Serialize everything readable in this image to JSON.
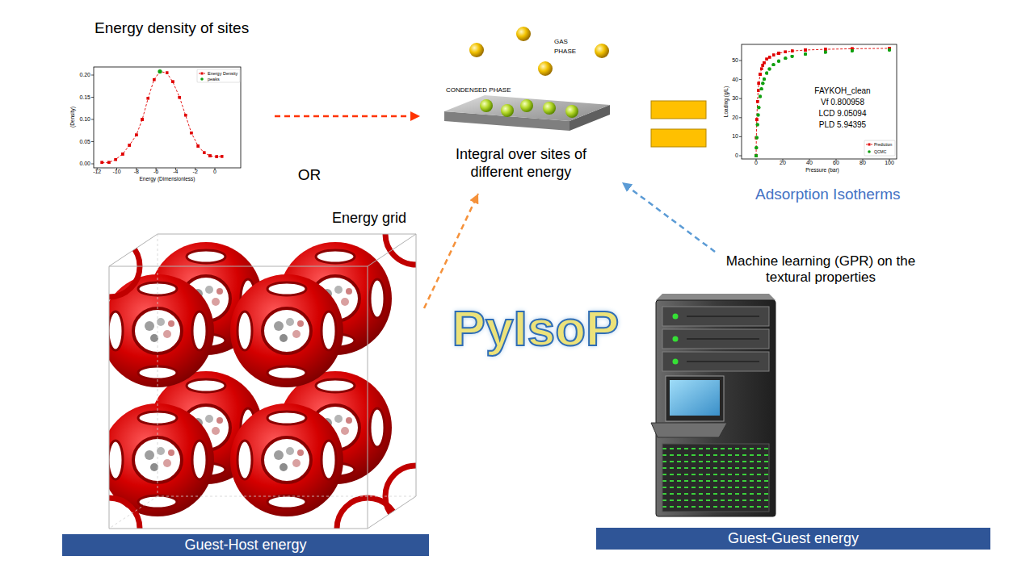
{
  "diagram": {
    "title": "PyIsoP",
    "nodes": [
      {
        "text": [
          "Energy density of sites"
        ]
      },
      {
        "text": [
          "Integral over sites of different energy"
        ]
      },
      {
        "text": [
          "Adsorption Isotherms"
        ]
      },
      {
        "text": [
          "Energy grid"
        ]
      },
      {
        "text": [
          "Machine learning (GPR) on the textural properties"
        ]
      },
      {
        "text": [
          "Guest-Host energy"
        ]
      },
      {
        "text": [
          "Guest-Guest energy"
        ]
      }
    ],
    "edges": [
      {
        "from": 0,
        "to": 1,
        "arrow": "to"
      },
      {
        "from": 3,
        "to": 1,
        "arrow": "to"
      },
      {
        "from": 4,
        "to": 1,
        "arrow": "to"
      }
    ],
    "labels": [
      "GAS PHASE",
      "CONDENSED PHASE",
      "0.20",
      "0.15",
      "0.10",
      "0.05",
      "0.00",
      "(Density)",
      "-12",
      "-10",
      "-8",
      "-6",
      "-4",
      "-2",
      "0",
      "Energy (Dimensionless)",
      "50",
      "40",
      "30",
      "20",
      "10",
      "0",
      "Loading (g/L)",
      "0",
      "20",
      "40",
      "60",
      "80",
      "100",
      "Pressure (bar)",
      "FAYKOH_clean",
      "Vf 0.800958",
      "LCD 9.05094",
      "PLD 5.94395",
      "OR"
    ],
    "legend": [
      {
        "text": "Energy Density"
      },
      {
        "text": "peaks"
      },
      {
        "text": "Prediction"
      },
      {
        "text": "QCMC"
      }
    ]
  }
}
